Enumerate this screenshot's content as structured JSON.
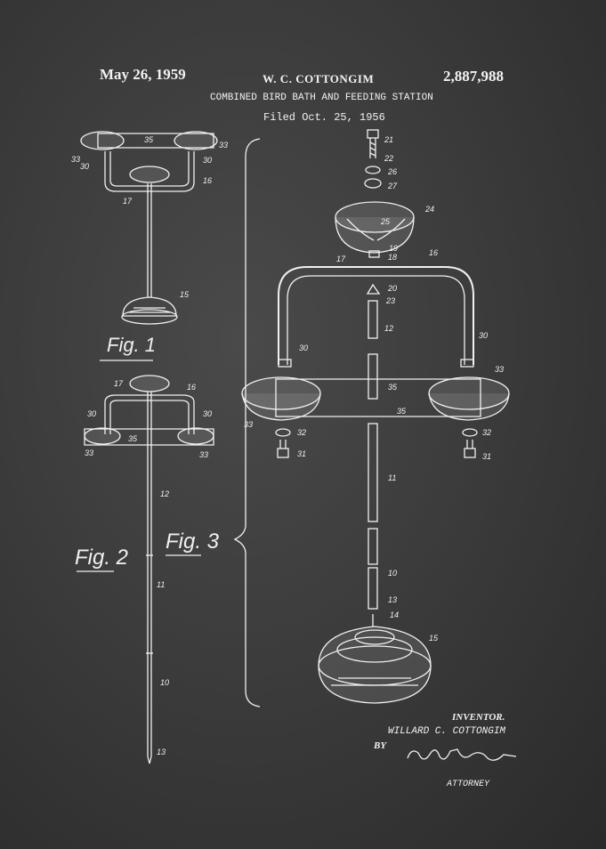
{
  "header": {
    "date": "May 26, 1959",
    "inventor_heading": "W. C. COTTONGIM",
    "patent_number": "2,887,988",
    "title": "COMBINED BIRD BATH AND FEEDING STATION",
    "filed": "Filed Oct. 25, 1956"
  },
  "figures": {
    "fig1": "Fig. 1",
    "fig2": "Fig. 2",
    "fig3": "Fig. 3"
  },
  "callouts": {
    "n10": "10",
    "n11": "11",
    "n12": "12",
    "n13": "13",
    "n14": "14",
    "n15": "15",
    "n16": "16",
    "n17": "17",
    "n18": "18",
    "n19": "19",
    "n20": "20",
    "n21": "21",
    "n22": "22",
    "n23": "23",
    "n24": "24",
    "n25": "25",
    "n26": "26",
    "n27": "27",
    "n30": "30",
    "n31": "31",
    "n32": "32",
    "n33": "33",
    "n35": "35"
  },
  "footer": {
    "inventor_label": "INVENTOR.",
    "inventor_name": "WILLARD C. COTTONGIM",
    "by": "BY",
    "attorney": "ATTORNEY"
  }
}
